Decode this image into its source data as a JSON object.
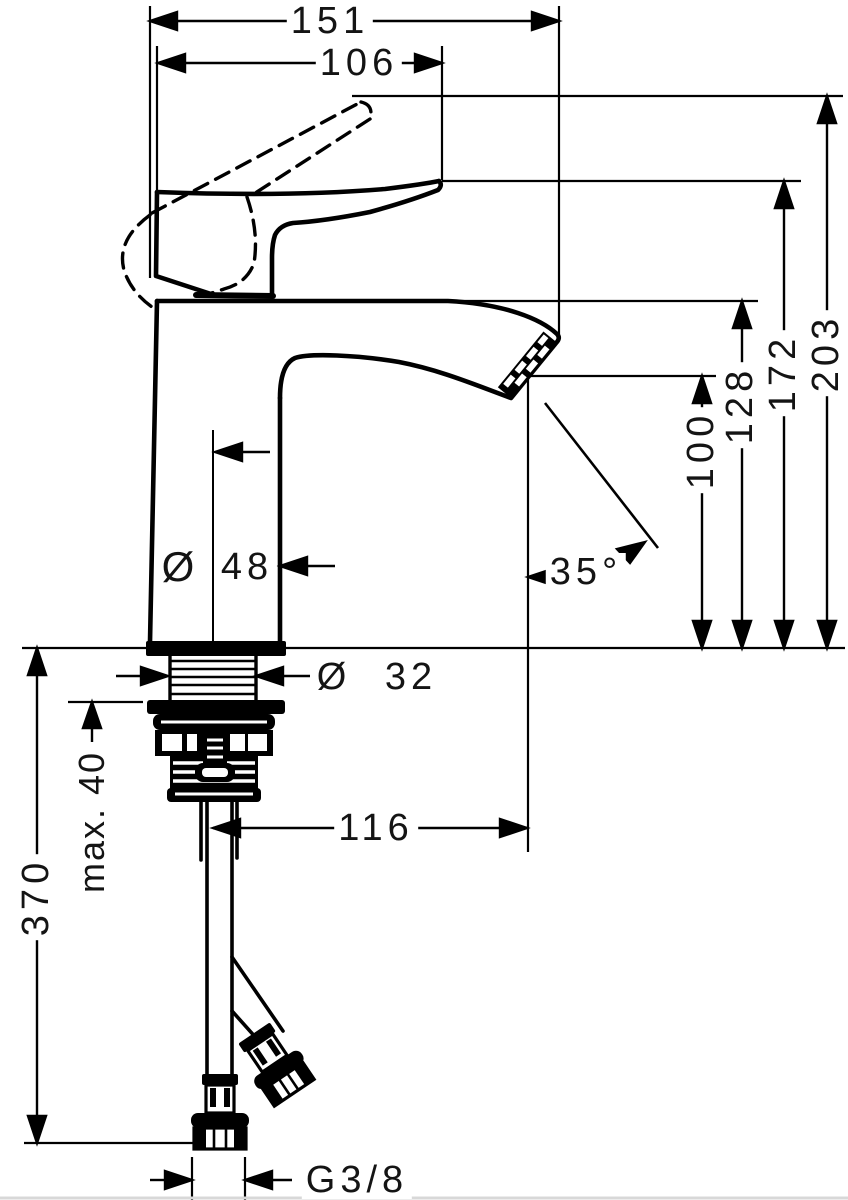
{
  "drawing": {
    "background": "#ffffff",
    "line_color": "#000000"
  },
  "labels": {
    "spout_reach_total": "151",
    "handle_reach": "106",
    "height_total": "203",
    "height_handle": "172",
    "height_spout": "128",
    "height_outlet": "100",
    "body_diameter_symbol": "Ø",
    "body_diameter_value": "48",
    "shank_diameter": "Ø 32",
    "spray_angle": "35°",
    "outlet_reach": "116",
    "max_mounting_thickness": "max. 40",
    "hose_length": "370",
    "connection_thread": "G3/8"
  }
}
